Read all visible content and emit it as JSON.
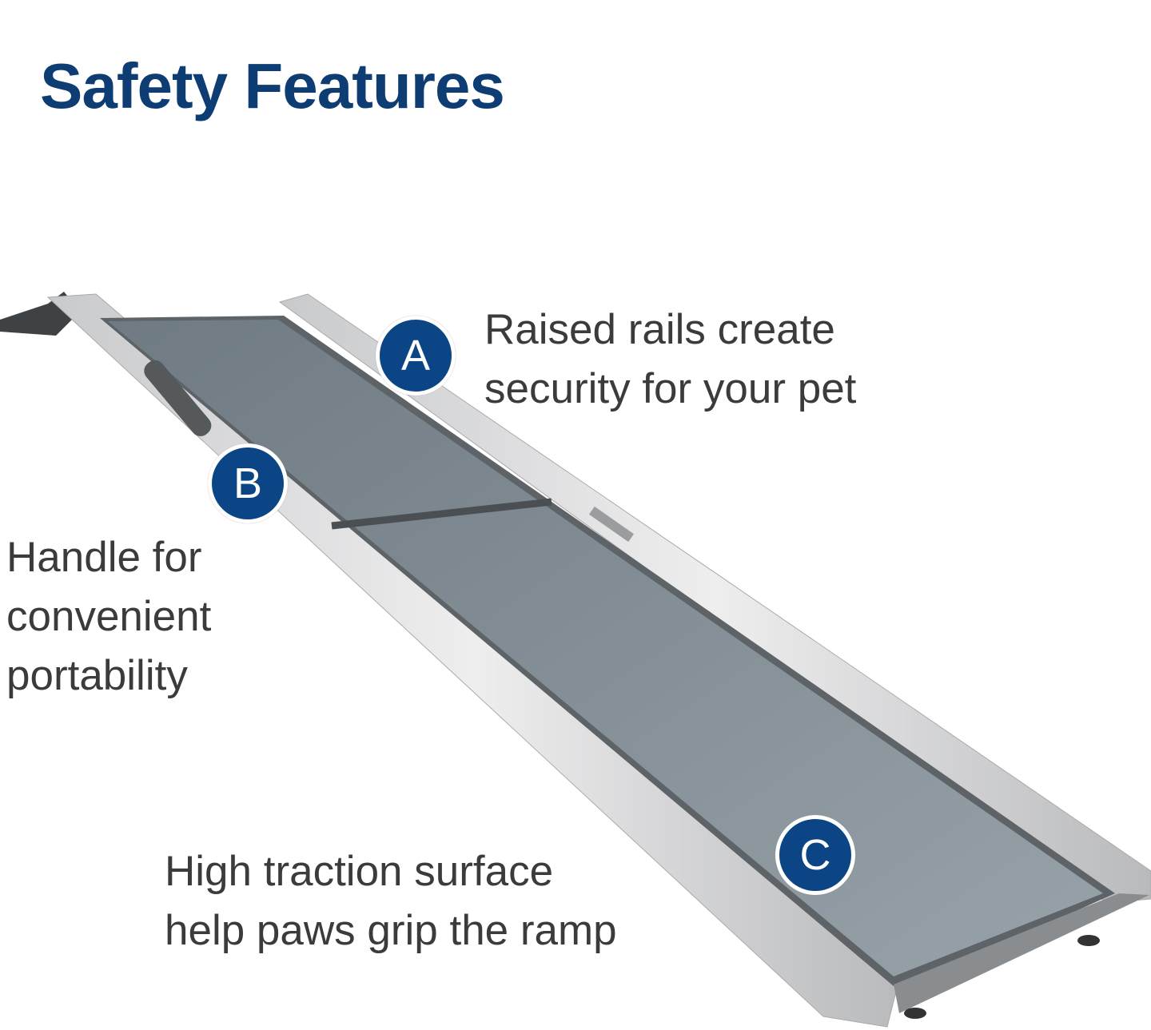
{
  "title": "Safety Features",
  "features": [
    {
      "badge": "A",
      "lines": [
        "Raised rails create",
        "security for your pet"
      ]
    },
    {
      "badge": "B",
      "lines": [
        "Handle for",
        "convenient",
        "portability"
      ]
    },
    {
      "badge": "C",
      "lines": [
        "High traction surface",
        "help paws grip the ramp"
      ]
    }
  ],
  "colors": {
    "title": "#0d3d73",
    "badge": "#0b4585",
    "text": "#3b3b3b",
    "surface": "#7f8a92",
    "rail": "#d9dadc"
  }
}
